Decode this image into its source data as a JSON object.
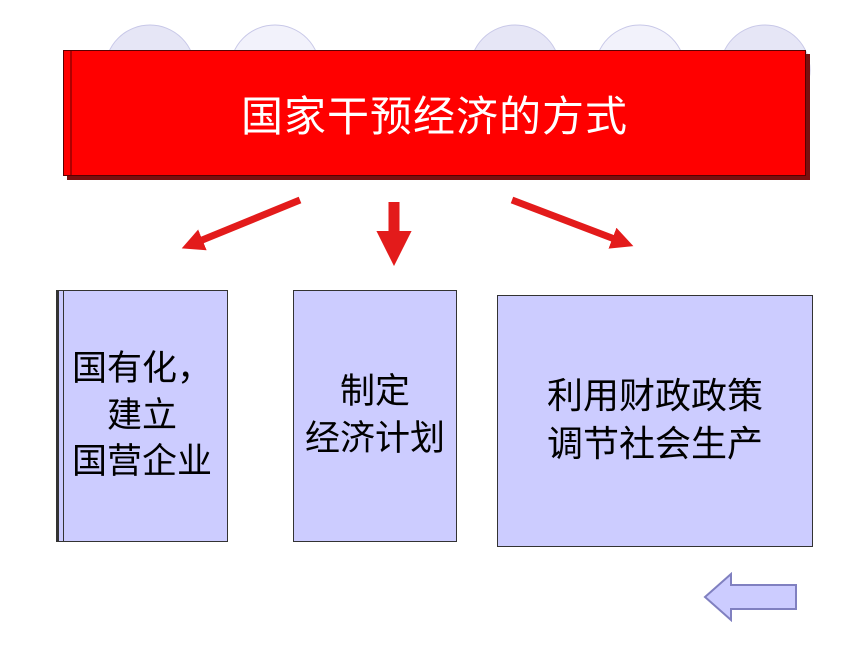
{
  "title": "国家干预经济的方式",
  "boxes": [
    {
      "id": "nationalization",
      "text": "国有化，\n建立\n国营企业"
    },
    {
      "id": "economic-plan",
      "text": "制定\n经济计划"
    },
    {
      "id": "fiscal-policy",
      "text": "利用财政政策\n调节社会生产"
    }
  ],
  "colors": {
    "title_bg": "#ff0000",
    "title_text": "#ffffff",
    "box_bg": "#ccccff",
    "arrow": "#e31b1b",
    "nav_arrow_fill": "#ccccff",
    "nav_arrow_stroke": "#8080c0"
  },
  "nav": {
    "icon": "back-arrow-icon"
  }
}
